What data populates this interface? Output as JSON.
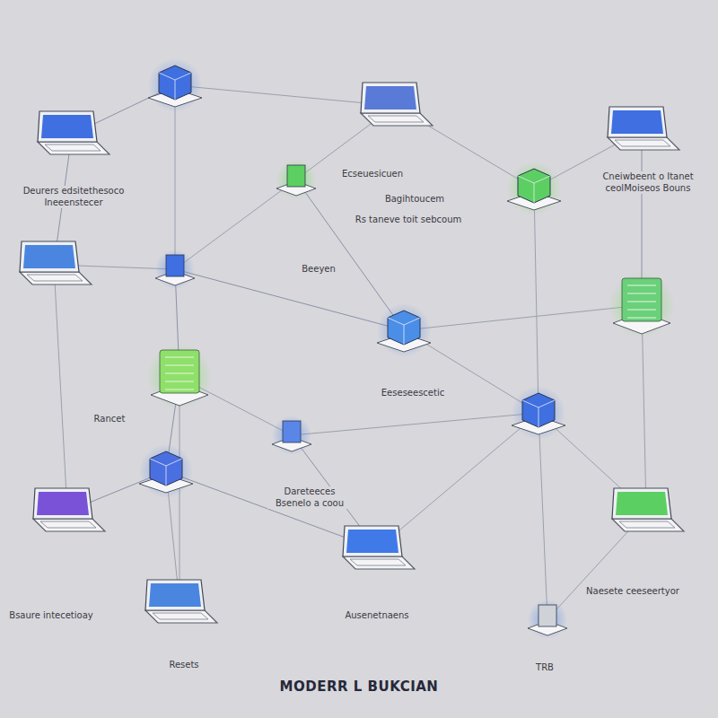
{
  "diagram": {
    "title": "MODERR L BUKCIAN",
    "labels": [
      "Deurers edsitethesoco Ineeenstecer",
      "Ecseuesicuen",
      "Bagihtoucem",
      "Rs taneve toit sebcoum",
      "Cneiwbeent o Itanet ceolMoiseos Bouns",
      "Beeyen",
      "Rancet",
      "Eeseseescetic",
      "Dareteeces Bsenelo a coou",
      "Bsaure intecetioay",
      "Ausenetnaens",
      "Naesete ceeseertyor",
      "Resets",
      "TRB"
    ]
  }
}
